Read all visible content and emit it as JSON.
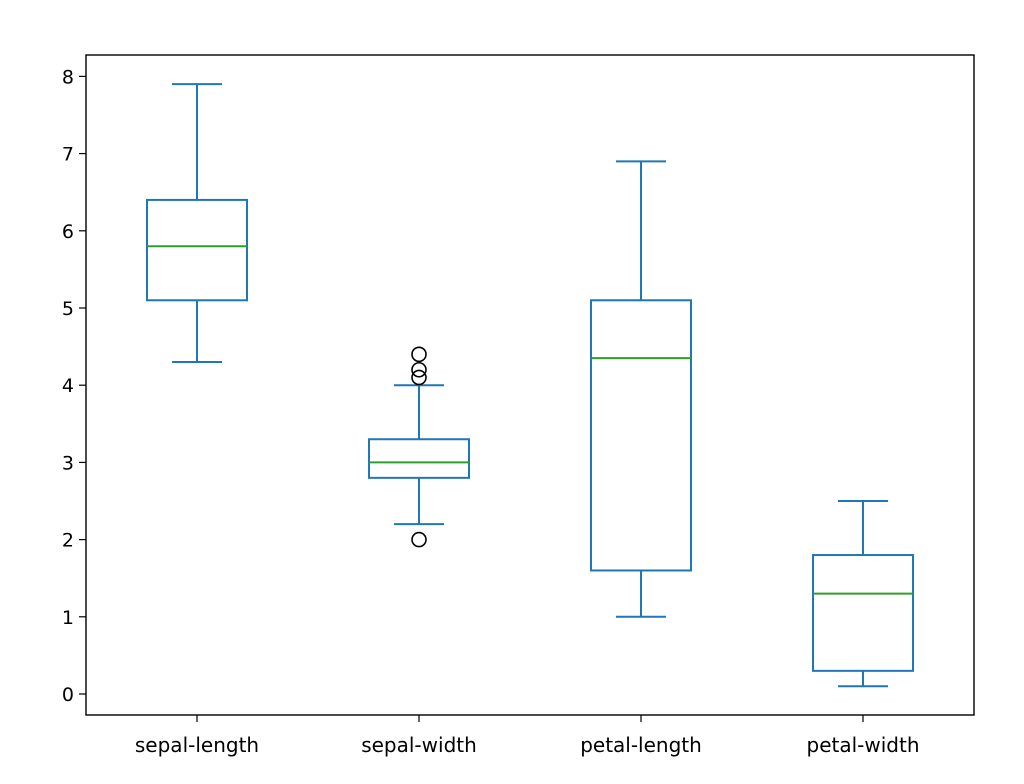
{
  "chart_data": {
    "type": "box",
    "title": "",
    "xlabel": "",
    "ylabel": "",
    "ylim": [
      -0.28,
      8.3
    ],
    "yticks": [
      0,
      1,
      2,
      3,
      4,
      5,
      6,
      7,
      8
    ],
    "categories": [
      "sepal-length",
      "sepal-width",
      "petal-length",
      "petal-width"
    ],
    "boxes": [
      {
        "name": "sepal-length",
        "whislo": 4.3,
        "q1": 5.1,
        "med": 5.8,
        "q3": 6.4,
        "whishi": 7.9,
        "fliers": []
      },
      {
        "name": "sepal-width",
        "whislo": 2.2,
        "q1": 2.8,
        "med": 3.0,
        "q3": 3.3,
        "whishi": 4.0,
        "fliers": [
          4.4,
          4.2,
          4.1,
          2.0
        ]
      },
      {
        "name": "petal-length",
        "whislo": 1.0,
        "q1": 1.6,
        "med": 4.35,
        "q3": 5.1,
        "whishi": 6.9,
        "fliers": []
      },
      {
        "name": "petal-width",
        "whislo": 0.1,
        "q1": 0.3,
        "med": 1.3,
        "q3": 1.8,
        "whishi": 2.5,
        "fliers": []
      }
    ],
    "colors": {
      "box": "#1f77b4",
      "median": "#2ca02c",
      "flier": "#000000",
      "axes": "#000000"
    },
    "grid": false
  }
}
